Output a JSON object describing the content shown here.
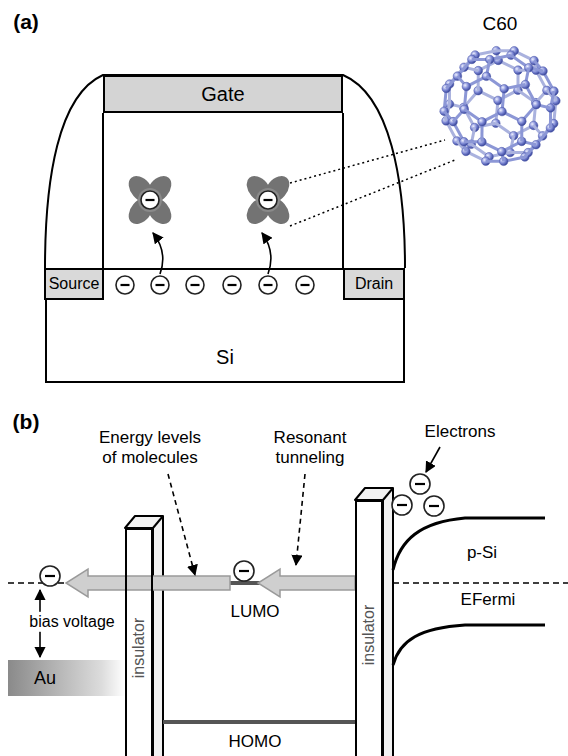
{
  "diagram": {
    "nodes": [
      {
        "text": [
          "Gate"
        ]
      },
      {
        "text": [
          "Si"
        ]
      },
      {
        "text": [
          "Source"
        ],
        "in": 1
      },
      {
        "text": [
          "Drain"
        ],
        "in": 1
      },
      {
        "text": [
          "insulator"
        ]
      },
      {
        "text": [
          "insulator"
        ]
      },
      {
        "text": [
          "Au"
        ]
      }
    ],
    "labels": [
      "(a)",
      "C60",
      "(b)",
      "Energy levels of molecules",
      "Resonant tunneling",
      "Electrons",
      "LUMO",
      "p-Si",
      "EFermi",
      "bias voltage",
      "HOMO"
    ]
  }
}
